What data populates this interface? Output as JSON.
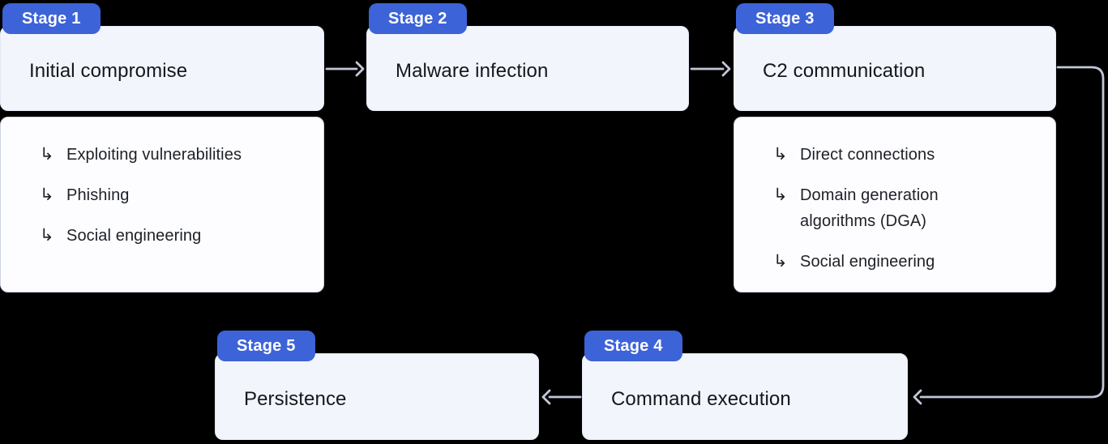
{
  "diagram_type": "attack-lifecycle-flow",
  "colors": {
    "background": "#000000",
    "badge_bg": "#3d63d8",
    "badge_text": "#ffffff",
    "stage_card_bg": "#f2f5fc",
    "stage_card_border": "#e3e8f4",
    "sub_card_bg": "#fdfdff",
    "sub_card_border": "#ccd3e3",
    "heading_text": "#15171c",
    "list_text": "#1d2027",
    "connector": "#c1c7d6"
  },
  "glyphs": {
    "branch_arrow": "↳"
  },
  "stages": [
    {
      "badge": "Stage 1",
      "title": "Initial compromise",
      "items": [
        "Exploiting vulnerabilities",
        "Phishing",
        "Social engineering"
      ]
    },
    {
      "badge": "Stage 2",
      "title": "Malware infection"
    },
    {
      "badge": "Stage 3",
      "title": "C2 communication",
      "items": [
        "Direct connections",
        "Domain generation algorithms (DGA)",
        "Social engineering"
      ]
    },
    {
      "badge": "Stage 4",
      "title": "Command execution"
    },
    {
      "badge": "Stage 5",
      "title": "Persistence"
    }
  ],
  "flow_order": [
    "Stage 1",
    "Stage 2",
    "Stage 3",
    "Stage 4",
    "Stage 5"
  ]
}
